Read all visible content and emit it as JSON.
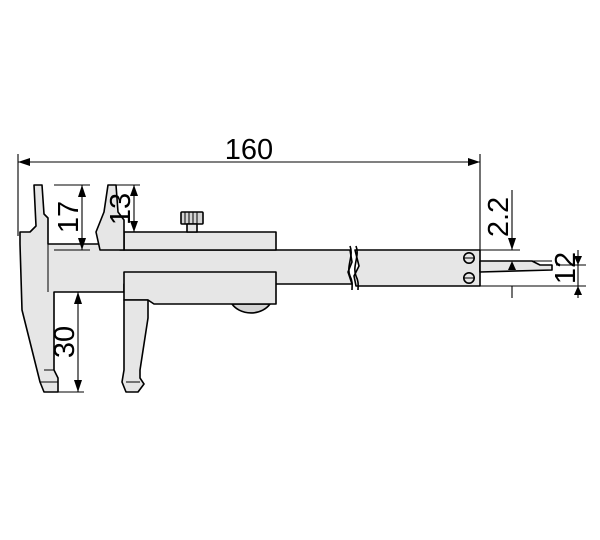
{
  "figure": {
    "colors": {
      "line": "#000000",
      "part_fill": "#e6e6e6",
      "background": "#ffffff"
    },
    "dimensions": {
      "total_length": "160",
      "inner_jaw_depth_fixed": "17",
      "inner_jaw_depth_slider": "13",
      "outer_jaw_depth": "30",
      "blade_thickness": "2.2",
      "beam_width": "12"
    }
  }
}
